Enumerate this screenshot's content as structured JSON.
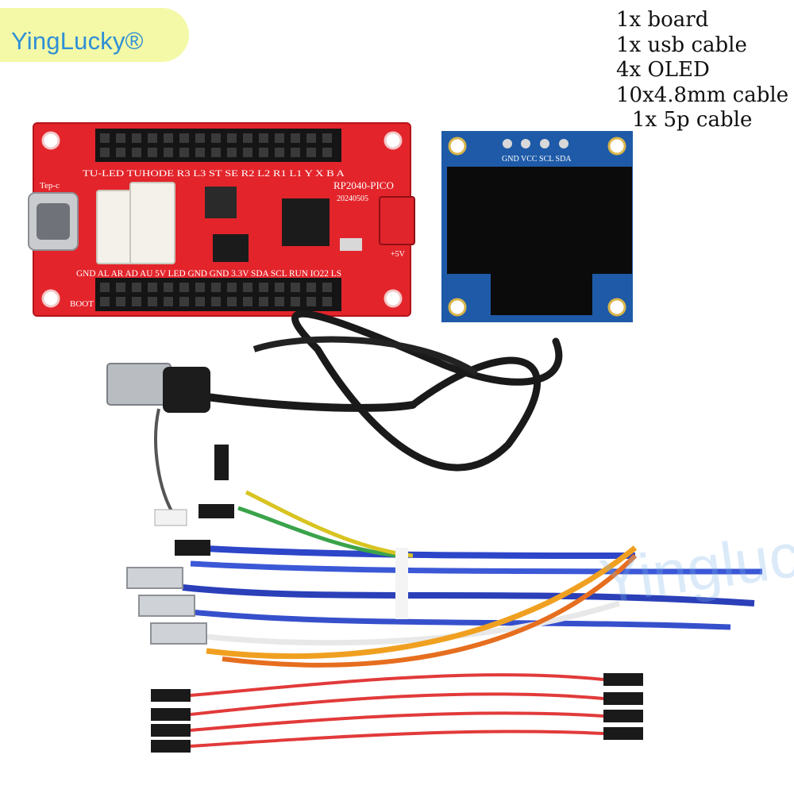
{
  "brand": {
    "name": "YingLucky®"
  },
  "package_contents": [
    "1x board",
    "1x usb cable",
    "4x OLED",
    "10x4.8mm cable",
    "1x 5p cable"
  ],
  "board": {
    "model": "RP2040-PICO",
    "date_code": "20240505",
    "connector_label": "Tep-c",
    "top_pin_labels": "TU-LED TUHODE R3 L3 ST SE R2 L2 R1 L1 Y X B A",
    "bottom_pin_labels": "GND AL AR AD AU 5V LED GND GND 3.3V SDA SCL RUN IO22 LS",
    "boot_label": "BOOT",
    "power_label": "+5V"
  },
  "oled": {
    "pin_labels": "GND VCC SCL SDA"
  },
  "watermark": "Yinglucky",
  "colors": {
    "board_red": "#e3242b",
    "oled_blue": "#1e5aa8",
    "brand_blue": "#2f8fd6",
    "badge_yellow": "#f3f9a6"
  }
}
